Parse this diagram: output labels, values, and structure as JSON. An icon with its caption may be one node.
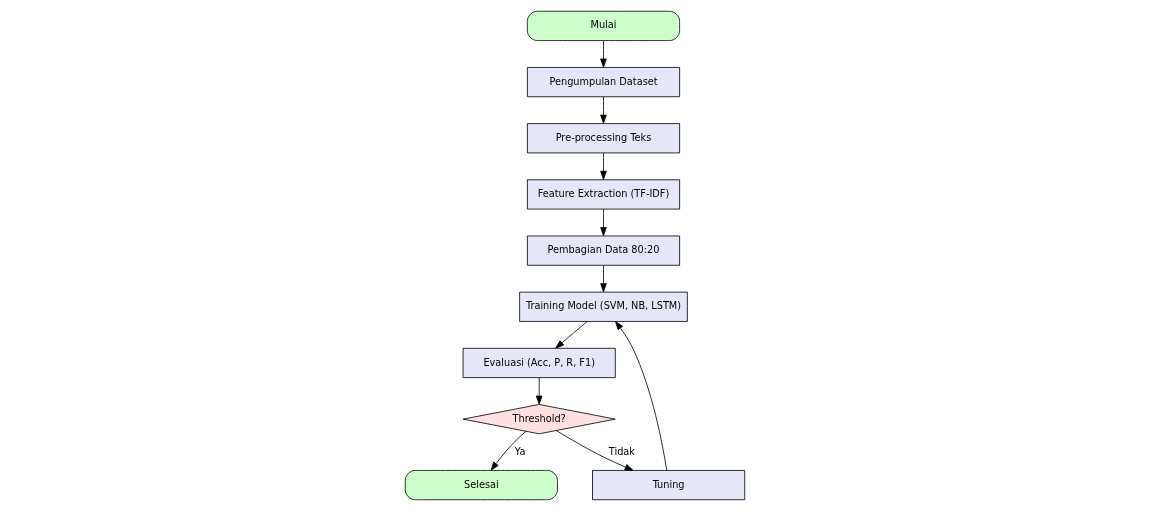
{
  "diagram": {
    "nodes": [
      {
        "text": [
          "Mulai"
        ]
      },
      {
        "text": [
          "Pengumpulan Dataset"
        ]
      },
      {
        "text": [
          "Pre-processing Teks"
        ]
      },
      {
        "text": [
          "Feature Extraction (TF-IDF)"
        ]
      },
      {
        "text": [
          "Pembagian Data 80:20"
        ]
      },
      {
        "text": [
          "Training Model (SVM, NB, LSTM)"
        ]
      },
      {
        "text": [
          "Evaluasi (Acc, P, R, F1)"
        ]
      },
      {
        "text": [
          "Threshold?"
        ]
      },
      {
        "text": [
          "Tuning"
        ]
      },
      {
        "text": [
          "Selesai"
        ]
      }
    ],
    "edges": [
      {
        "from": 0,
        "to": 1,
        "arrow": "to"
      },
      {
        "from": 1,
        "to": 2,
        "arrow": "to"
      },
      {
        "from": 2,
        "to": 3,
        "arrow": "to"
      },
      {
        "from": 3,
        "to": 4,
        "arrow": "to"
      },
      {
        "from": 4,
        "to": 5,
        "arrow": "to"
      },
      {
        "from": 5,
        "to": 6,
        "arrow": "to"
      },
      {
        "from": 6,
        "to": 7,
        "arrow": "to"
      },
      {
        "from": 7,
        "to": 8,
        "arrow": "to",
        "label": "Tidak"
      },
      {
        "from": 7,
        "to": 9,
        "arrow": "to",
        "label": "Ya"
      },
      {
        "from": 8,
        "to": 5,
        "arrow": "to"
      }
    ]
  }
}
